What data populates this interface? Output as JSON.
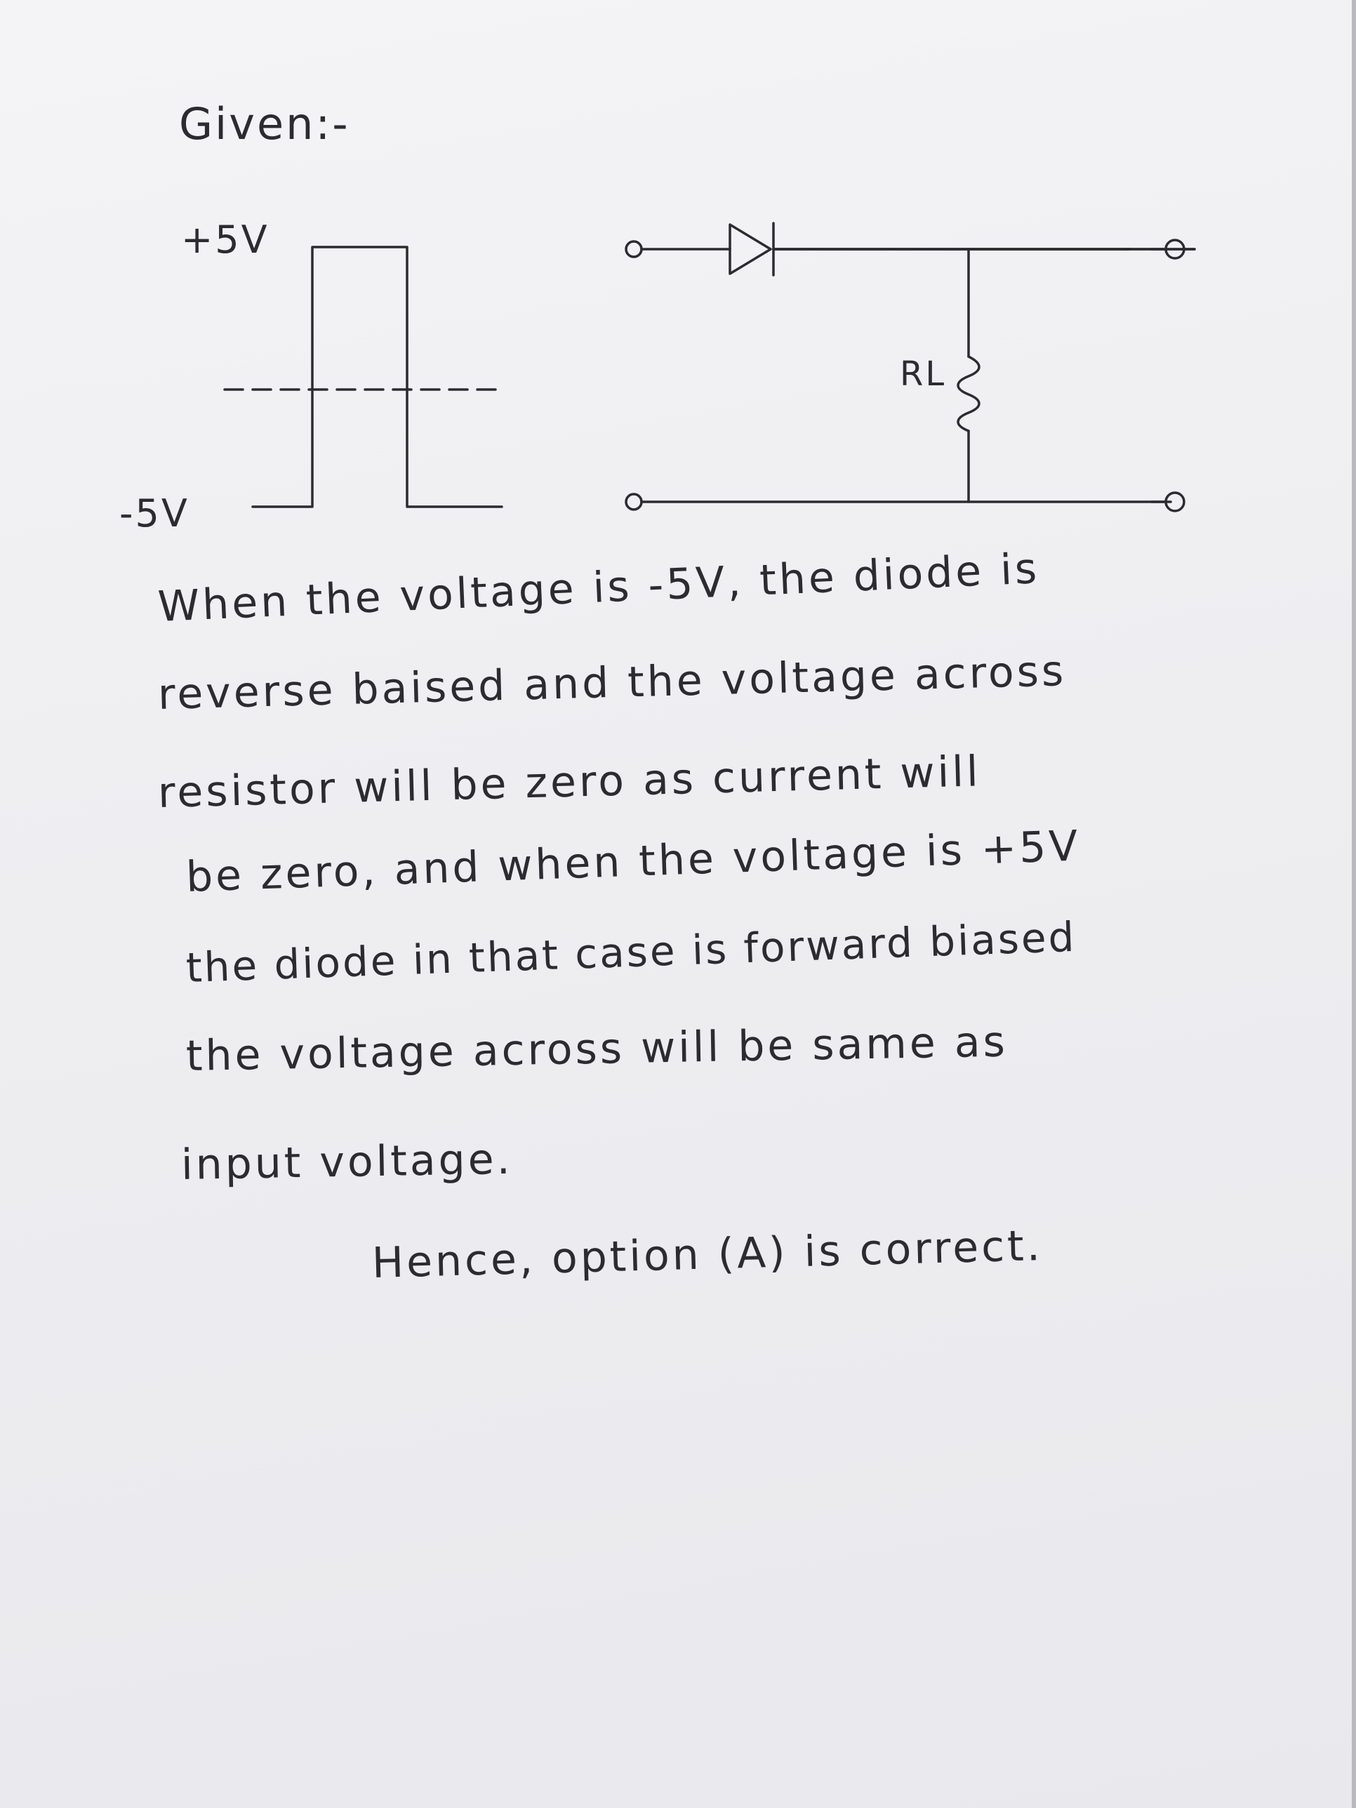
{
  "heading": "Given:-",
  "waveform": {
    "high_label": "+5V",
    "low_label": "-5V"
  },
  "circuit": {
    "resistor_label": "RL"
  },
  "explanation": [
    "When the voltage is -5V, the diode is",
    "reverse baised and the voltage across",
    "resistor will be zero as current will",
    "be zero, and when the voltage is +5V",
    "the diode in that case is forward biased",
    "the voltage across will be same as",
    "input voltage."
  ],
  "conclusion": "Hence, option (A) is correct.",
  "colors": {
    "ink": "#2b2b30",
    "paper": "#eeeef1"
  }
}
